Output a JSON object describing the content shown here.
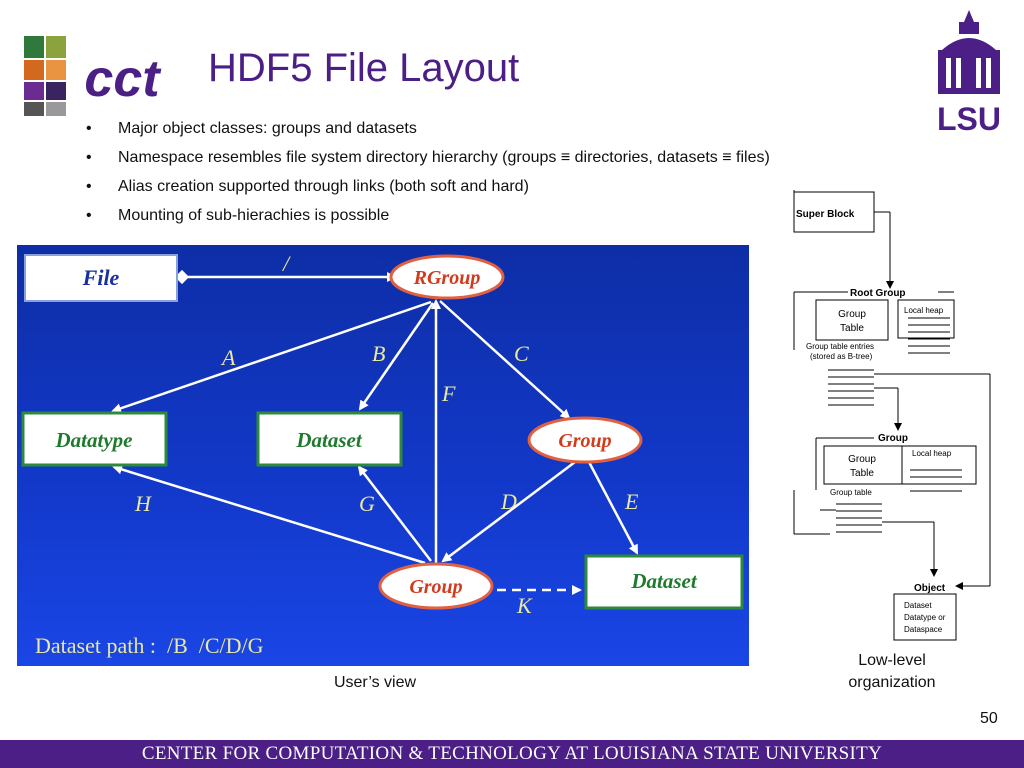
{
  "slide": {
    "title": "HDF5 File Layout",
    "page_number": "50",
    "footer": "CENTER FOR COMPUTATION & TECHNOLOGY AT LOUISIANA STATE UNIVERSITY"
  },
  "logos": {
    "left": "cct",
    "right": "LSU"
  },
  "bullets": [
    "Major object classes: groups and datasets",
    "Namespace resembles file system directory hierarchy (groups ≡ directories, datasets ≡ files)",
    "Alias creation supported through links (both soft and hard)",
    "Mounting of sub-hierachies is possible"
  ],
  "users_view": {
    "caption": "User’s view",
    "nodes": {
      "file": "File",
      "rgroup": "RGroup",
      "datatype": "Datatype",
      "dataset1": "Dataset",
      "group1": "Group",
      "group2": "Group",
      "dataset2": "Dataset"
    },
    "edge_labels": {
      "slash": "/",
      "a": "A",
      "b": "B",
      "c": "C",
      "f": "F",
      "h": "H",
      "g": "G",
      "d": "D",
      "e": "E",
      "k": "K"
    },
    "path_text": "Dataset path :  /B  /C/D/G"
  },
  "low_level": {
    "caption_line1": "Low-level",
    "caption_line2": "organization",
    "super_block": "Super Block",
    "root_group": "Root Group",
    "group_table_1": "Group",
    "group_table_2": "Table",
    "local_heap": "Local heap",
    "entries_1": "Group table entries",
    "entries_2": "(stored as B-tree)",
    "group": "Group",
    "group_table_label": "Group table",
    "object": "Object",
    "object_lines": [
      "Dataset",
      "Datatype or",
      "Dataspace"
    ]
  }
}
